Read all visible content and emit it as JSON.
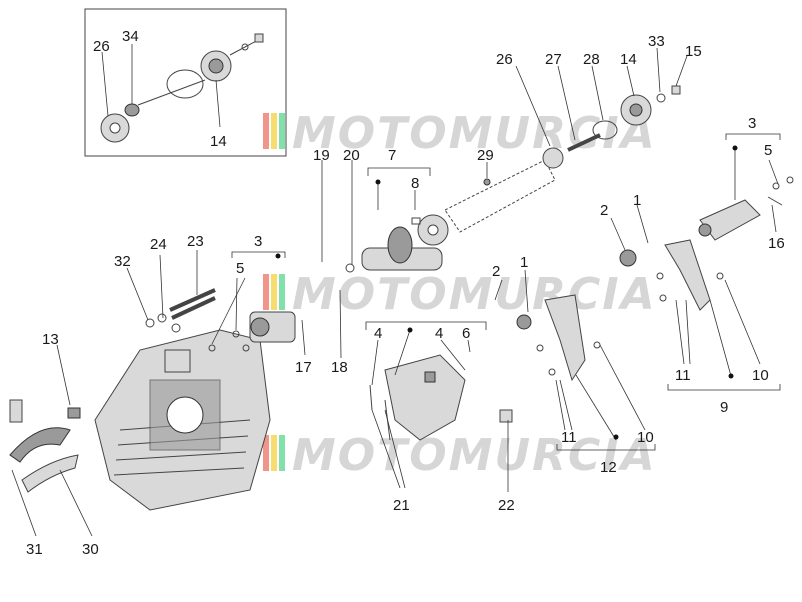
{
  "watermark": {
    "text": "MOTOMURCIA",
    "colors": [
      "#e74c3c",
      "#f1c40f",
      "#2ecc71"
    ]
  },
  "inset_labels": [
    "26",
    "34",
    "14"
  ],
  "callouts": {
    "c26a": "26",
    "c34": "34",
    "c14a": "14",
    "c26b": "26",
    "c27": "27",
    "c28": "28",
    "c14b": "14",
    "c33": "33",
    "c15": "15",
    "c19": "19",
    "c20": "20",
    "c7": "7",
    "c8": "8",
    "c29": "29",
    "c3a": "3",
    "c5a": "5",
    "c16": "16",
    "c2a": "2",
    "c1a": "1",
    "c11a": "11",
    "c10a": "10",
    "c9": "9",
    "c24": "24",
    "c23": "23",
    "c32": "32",
    "c3b": "3",
    "c5b": "5",
    "c17": "17",
    "c18": "18",
    "c2b": "2",
    "c1b": "1",
    "c4a": "4",
    "c4b": "4",
    "c6": "6",
    "c13": "13",
    "c11b": "11",
    "c10b": "10",
    "c12": "12",
    "c21": "21",
    "c22": "22",
    "c31": "31",
    "c30": "30"
  },
  "colors": {
    "line": "#333333",
    "part": "#d9d9d9",
    "shade": "#9a9a9a"
  }
}
